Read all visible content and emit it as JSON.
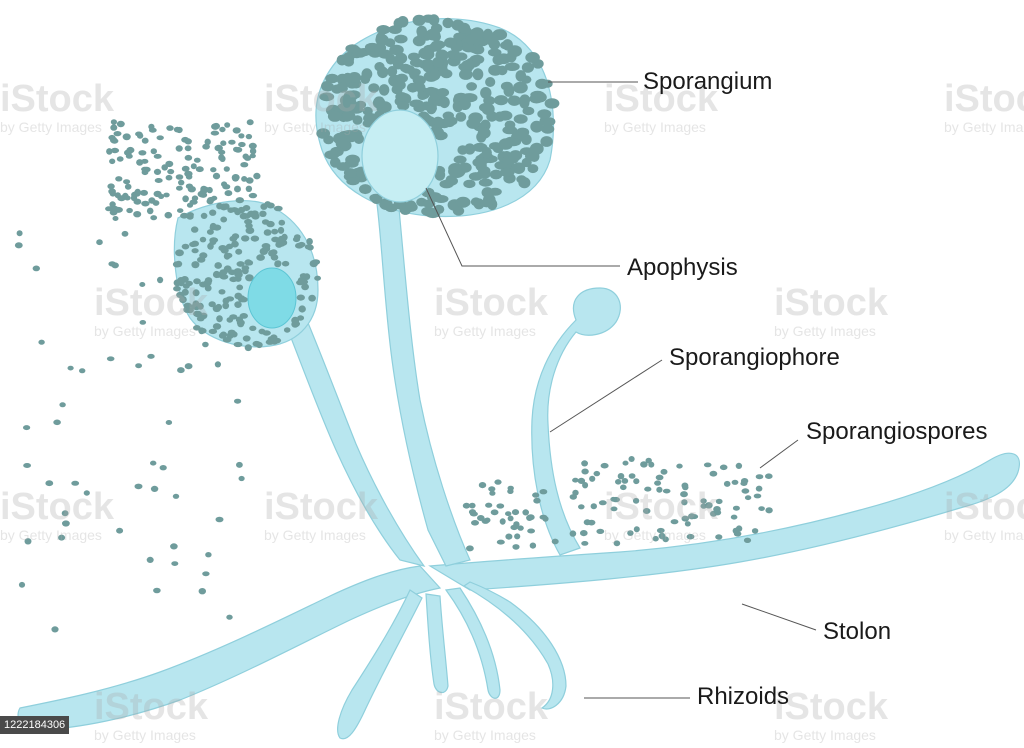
{
  "labels": {
    "sporangium": "Sporangium",
    "apophysis": "Apophysis",
    "sporangiophore": "Sporangiophore",
    "sporangiospores": "Sporangiospores",
    "stolon": "Stolon",
    "rhizoids": "Rhizoids"
  },
  "watermark": {
    "brand": "iStock",
    "credit": "by Getty Images"
  },
  "stock_id": "1222184306",
  "colors": {
    "hypha_fill": "#b8e6ef",
    "hypha_stroke": "#8fcfdc",
    "spore": "#6f9c9c",
    "apophysis_fill": "#c6eef3",
    "young_apophysis": "#7fdbe6",
    "leader_line": "#555555"
  }
}
